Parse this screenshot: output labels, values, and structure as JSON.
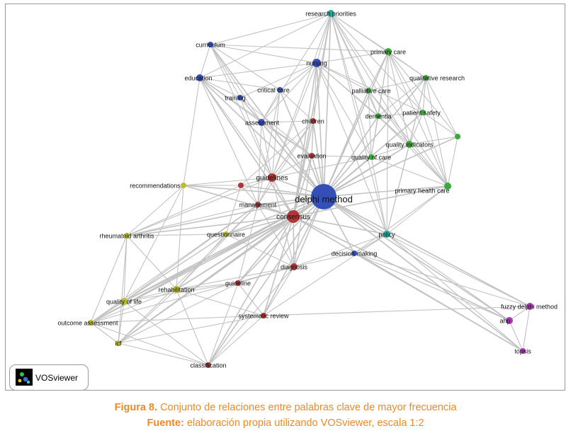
{
  "figure": {
    "caption_label": "Figura 8.",
    "caption_text": "Conjunto de relaciones entre palabras clave de mayor frecuencia",
    "source_label": "Fuente:",
    "source_text": "elaboración propia utilizando VOSviewer, escala 1:2"
  },
  "logo": {
    "text": "VOSviewer"
  },
  "colors": {
    "blue": "#3450b8",
    "red": "#b03737",
    "green": "#3aaa3a",
    "yellow": "#bcbc2e",
    "teal": "#2aa79b",
    "purple": "#b234b8",
    "edge": "#c2c2c2",
    "caption": "#ef8a23"
  },
  "nodes": [
    {
      "id": "delphi",
      "label": "delphi method",
      "cluster": "blue",
      "weight": 18
    },
    {
      "id": "consensus",
      "label": "consensus",
      "cluster": "red",
      "weight": 9
    },
    {
      "id": "research",
      "label": "research priorities",
      "cluster": "teal",
      "weight": 5
    },
    {
      "id": "curriculum",
      "label": "curriculum",
      "cluster": "blue",
      "weight": 4
    },
    {
      "id": "nursing",
      "label": "nursing",
      "cluster": "blue",
      "weight": 6
    },
    {
      "id": "primary",
      "label": "primary care",
      "cluster": "green",
      "weight": 5
    },
    {
      "id": "education",
      "label": "education",
      "cluster": "blue",
      "weight": 5
    },
    {
      "id": "qualitative",
      "label": "qualitative research",
      "cluster": "green",
      "weight": 4
    },
    {
      "id": "critical",
      "label": "critical care",
      "cluster": "blue",
      "weight": 4
    },
    {
      "id": "palliative",
      "label": "palliative care",
      "cluster": "green",
      "weight": 4
    },
    {
      "id": "training",
      "label": "training",
      "cluster": "blue",
      "weight": 4
    },
    {
      "id": "dementia",
      "label": "dementia",
      "cluster": "green",
      "weight": 4
    },
    {
      "id": "patientsafety",
      "label": "patient safety",
      "cluster": "green",
      "weight": 4
    },
    {
      "id": "assessment",
      "label": "assessment",
      "cluster": "blue",
      "weight": 5
    },
    {
      "id": "children",
      "label": "children",
      "cluster": "red",
      "weight": 4
    },
    {
      "id": "unlabeled",
      "label": "",
      "cluster": "green",
      "weight": 4
    },
    {
      "id": "qindicators",
      "label": "quality indicators",
      "cluster": "green",
      "weight": 5
    },
    {
      "id": "evaluation",
      "label": "evaluation",
      "cluster": "red",
      "weight": 4
    },
    {
      "id": "qcare",
      "label": "quality of care",
      "cluster": "green",
      "weight": 4
    },
    {
      "id": "guidelines",
      "label": "guidelines",
      "cluster": "red",
      "weight": 6
    },
    {
      "id": "recommendations",
      "label": "recommendations",
      "cluster": "yellow",
      "weight": 4
    },
    {
      "id": "phc",
      "label": "primary health care",
      "cluster": "green",
      "weight": 5
    },
    {
      "id": "management",
      "label": "management",
      "cluster": "red",
      "weight": 4
    },
    {
      "id": "rheuma",
      "label": "rheumatoid arthritis",
      "cluster": "yellow",
      "weight": 4
    },
    {
      "id": "questionnaire",
      "label": "questionnaire",
      "cluster": "yellow",
      "weight": 4
    },
    {
      "id": "policy",
      "label": "policy",
      "cluster": "teal",
      "weight": 5
    },
    {
      "id": "decision",
      "label": "decision making",
      "cluster": "blue",
      "weight": 4
    },
    {
      "id": "diagnosis",
      "label": "diagnosis",
      "cluster": "red",
      "weight": 5
    },
    {
      "id": "rehab",
      "label": "rehabilitation",
      "cluster": "yellow",
      "weight": 5
    },
    {
      "id": "guideline",
      "label": "guideline",
      "cluster": "red",
      "weight": 4
    },
    {
      "id": "qol",
      "label": "quality of life",
      "cluster": "yellow",
      "weight": 5
    },
    {
      "id": "sysreview",
      "label": "systematic review",
      "cluster": "red",
      "weight": 4
    },
    {
      "id": "outcome",
      "label": "outcome assessment",
      "cluster": "yellow",
      "weight": 4
    },
    {
      "id": "fuzzy",
      "label": "fuzzy delphi method",
      "cluster": "purple",
      "weight": 5
    },
    {
      "id": "ahp",
      "label": "ahp",
      "cluster": "purple",
      "weight": 5
    },
    {
      "id": "icf",
      "label": "icf",
      "cluster": "yellow",
      "weight": 4
    },
    {
      "id": "topsis",
      "label": "topsis",
      "cluster": "purple",
      "weight": 4
    },
    {
      "id": "classification",
      "label": "classification",
      "cluster": "red",
      "weight": 4
    },
    {
      "id": "redsmall",
      "label": "",
      "cluster": "red",
      "weight": 4
    }
  ],
  "edges": [
    [
      "delphi",
      "consensus"
    ],
    [
      "delphi",
      "research"
    ],
    [
      "delphi",
      "curriculum"
    ],
    [
      "delphi",
      "nursing"
    ],
    [
      "delphi",
      "primary"
    ],
    [
      "delphi",
      "education"
    ],
    [
      "delphi",
      "qualitative"
    ],
    [
      "delphi",
      "critical"
    ],
    [
      "delphi",
      "palliative"
    ],
    [
      "delphi",
      "training"
    ],
    [
      "delphi",
      "dementia"
    ],
    [
      "delphi",
      "patientsafety"
    ],
    [
      "delphi",
      "assessment"
    ],
    [
      "delphi",
      "children"
    ],
    [
      "delphi",
      "unlabeled"
    ],
    [
      "delphi",
      "qindicators"
    ],
    [
      "delphi",
      "evaluation"
    ],
    [
      "delphi",
      "qcare"
    ],
    [
      "delphi",
      "guidelines"
    ],
    [
      "delphi",
      "recommendations"
    ],
    [
      "delphi",
      "phc"
    ],
    [
      "delphi",
      "management"
    ],
    [
      "delphi",
      "rheuma"
    ],
    [
      "delphi",
      "questionnaire"
    ],
    [
      "delphi",
      "policy"
    ],
    [
      "delphi",
      "decision"
    ],
    [
      "delphi",
      "diagnosis"
    ],
    [
      "delphi",
      "rehab"
    ],
    [
      "delphi",
      "guideline"
    ],
    [
      "delphi",
      "qol"
    ],
    [
      "delphi",
      "sysreview"
    ],
    [
      "delphi",
      "outcome"
    ],
    [
      "delphi",
      "fuzzy"
    ],
    [
      "delphi",
      "ahp"
    ],
    [
      "delphi",
      "icf"
    ],
    [
      "delphi",
      "topsis"
    ],
    [
      "delphi",
      "classification"
    ],
    [
      "delphi",
      "redsmall"
    ],
    [
      "consensus",
      "research"
    ],
    [
      "consensus",
      "nursing"
    ],
    [
      "consensus",
      "education"
    ],
    [
      "consensus",
      "guidelines"
    ],
    [
      "consensus",
      "management"
    ],
    [
      "consensus",
      "rheuma"
    ],
    [
      "consensus",
      "diagnosis"
    ],
    [
      "consensus",
      "rehab"
    ],
    [
      "consensus",
      "qol"
    ],
    [
      "consensus",
      "outcome"
    ],
    [
      "consensus",
      "icf"
    ],
    [
      "consensus",
      "classification"
    ],
    [
      "consensus",
      "sysreview"
    ],
    [
      "consensus",
      "guideline"
    ],
    [
      "consensus",
      "policy"
    ],
    [
      "consensus",
      "ahp"
    ],
    [
      "consensus",
      "qindicators"
    ],
    [
      "consensus",
      "phc"
    ],
    [
      "consensus",
      "evaluation"
    ],
    [
      "consensus",
      "children"
    ],
    [
      "consensus",
      "recommendations"
    ],
    [
      "consensus",
      "questionnaire"
    ],
    [
      "consensus",
      "topsis"
    ],
    [
      "research",
      "nursing"
    ],
    [
      "research",
      "primary"
    ],
    [
      "research",
      "palliative"
    ],
    [
      "research",
      "qualitative"
    ],
    [
      "research",
      "education"
    ],
    [
      "research",
      "curriculum"
    ],
    [
      "research",
      "dementia"
    ],
    [
      "research",
      "policy"
    ],
    [
      "research",
      "assessment"
    ],
    [
      "research",
      "guidelines"
    ],
    [
      "research",
      "qcare"
    ],
    [
      "research",
      "phc"
    ],
    [
      "research",
      "children"
    ],
    [
      "research",
      "qindicators"
    ],
    [
      "research",
      "patientsafety"
    ],
    [
      "nursing",
      "education"
    ],
    [
      "nursing",
      "curriculum"
    ],
    [
      "nursing",
      "primary"
    ],
    [
      "nursing",
      "palliative"
    ],
    [
      "nursing",
      "critical"
    ],
    [
      "nursing",
      "assessment"
    ],
    [
      "nursing",
      "training"
    ],
    [
      "nursing",
      "dementia"
    ],
    [
      "nursing",
      "qcare"
    ],
    [
      "nursing",
      "evaluation"
    ],
    [
      "nursing",
      "guidelines"
    ],
    [
      "nursing",
      "policy"
    ],
    [
      "nursing",
      "qindicators"
    ],
    [
      "nursing",
      "patientsafety"
    ],
    [
      "education",
      "curriculum"
    ],
    [
      "education",
      "training"
    ],
    [
      "education",
      "assessment"
    ],
    [
      "education",
      "critical"
    ],
    [
      "education",
      "evaluation"
    ],
    [
      "education",
      "guidelines"
    ],
    [
      "education",
      "management"
    ],
    [
      "education",
      "recommendations"
    ],
    [
      "curriculum",
      "training"
    ],
    [
      "curriculum",
      "assessment"
    ],
    [
      "curriculum",
      "critical"
    ],
    [
      "curriculum",
      "primary"
    ],
    [
      "curriculum",
      "guidelines"
    ],
    [
      "training",
      "assessment"
    ],
    [
      "training",
      "evaluation"
    ],
    [
      "training",
      "guidelines"
    ],
    [
      "critical",
      "assessment"
    ],
    [
      "critical",
      "children"
    ],
    [
      "critical",
      "guidelines"
    ],
    [
      "critical",
      "management"
    ],
    [
      "assessment",
      "children"
    ],
    [
      "assessment",
      "guidelines"
    ],
    [
      "assessment",
      "evaluation"
    ],
    [
      "assessment",
      "management"
    ],
    [
      "primary",
      "qualitative"
    ],
    [
      "primary",
      "palliative"
    ],
    [
      "primary",
      "dementia"
    ],
    [
      "primary",
      "patientsafety"
    ],
    [
      "primary",
      "qindicators"
    ],
    [
      "primary",
      "qcare"
    ],
    [
      "primary",
      "phc"
    ],
    [
      "primary",
      "policy"
    ],
    [
      "primary",
      "unlabeled"
    ],
    [
      "qualitative",
      "palliative"
    ],
    [
      "qualitative",
      "patientsafety"
    ],
    [
      "qualitative",
      "qindicators"
    ],
    [
      "qualitative",
      "phc"
    ],
    [
      "qualitative",
      "dementia"
    ],
    [
      "qualitative",
      "unlabeled"
    ],
    [
      "qualitative",
      "policy"
    ],
    [
      "palliative",
      "dementia"
    ],
    [
      "palliative",
      "qcare"
    ],
    [
      "palliative",
      "qindicators"
    ],
    [
      "palliative",
      "phc"
    ],
    [
      "dementia",
      "qindicators"
    ],
    [
      "dementia",
      "qcare"
    ],
    [
      "dementia",
      "patientsafety"
    ],
    [
      "dementia",
      "phc"
    ],
    [
      "patientsafety",
      "qindicators"
    ],
    [
      "patientsafety",
      "phc"
    ],
    [
      "patientsafety",
      "unlabeled"
    ],
    [
      "qindicators",
      "qcare"
    ],
    [
      "qindicators",
      "phc"
    ],
    [
      "qindicators",
      "unlabeled"
    ],
    [
      "qindicators",
      "policy"
    ],
    [
      "qcare",
      "phc"
    ],
    [
      "qcare",
      "policy"
    ],
    [
      "qcare",
      "guidelines"
    ],
    [
      "phc",
      "policy"
    ],
    [
      "phc",
      "unlabeled"
    ],
    [
      "phc",
      "decision"
    ],
    [
      "policy",
      "decision"
    ],
    [
      "policy",
      "fuzzy"
    ],
    [
      "policy",
      "ahp"
    ],
    [
      "policy",
      "topsis"
    ],
    [
      "policy",
      "diagnosis"
    ],
    [
      "decision",
      "ahp"
    ],
    [
      "decision",
      "fuzzy"
    ],
    [
      "decision",
      "topsis"
    ],
    [
      "decision",
      "diagnosis"
    ],
    [
      "fuzzy",
      "ahp"
    ],
    [
      "fuzzy",
      "topsis"
    ],
    [
      "ahp",
      "topsis"
    ],
    [
      "guidelines",
      "management"
    ],
    [
      "guidelines",
      "recommendations"
    ],
    [
      "guidelines",
      "redsmall"
    ],
    [
      "guidelines",
      "diagnosis"
    ],
    [
      "guidelines",
      "rheuma"
    ],
    [
      "guidelines",
      "children"
    ],
    [
      "management",
      "rheuma"
    ],
    [
      "management",
      "diagnosis"
    ],
    [
      "management",
      "rehab"
    ],
    [
      "management",
      "qol"
    ],
    [
      "management",
      "outcome"
    ],
    [
      "management",
      "icf"
    ],
    [
      "management",
      "redsmall"
    ],
    [
      "management",
      "guideline"
    ],
    [
      "redsmall",
      "recommendations"
    ],
    [
      "redsmall",
      "rheuma"
    ],
    [
      "redsmall",
      "questionnaire"
    ],
    [
      "redsmall",
      "children"
    ],
    [
      "recommendations",
      "rheuma"
    ],
    [
      "recommendations",
      "qol"
    ],
    [
      "recommendations",
      "rehab"
    ],
    [
      "rheuma",
      "qol"
    ],
    [
      "rheuma",
      "outcome"
    ],
    [
      "rheuma",
      "icf"
    ],
    [
      "rheuma",
      "rehab"
    ],
    [
      "rheuma",
      "questionnaire"
    ],
    [
      "questionnaire",
      "rehab"
    ],
    [
      "questionnaire",
      "qol"
    ],
    [
      "questionnaire",
      "outcome"
    ],
    [
      "questionnaire",
      "diagnosis"
    ],
    [
      "rehab",
      "qol"
    ],
    [
      "rehab",
      "outcome"
    ],
    [
      "rehab",
      "icf"
    ],
    [
      "rehab",
      "classification"
    ],
    [
      "rehab",
      "guideline"
    ],
    [
      "rehab",
      "sysreview"
    ],
    [
      "rehab",
      "diagnosis"
    ],
    [
      "qol",
      "outcome"
    ],
    [
      "qol",
      "icf"
    ],
    [
      "qol",
      "classification"
    ],
    [
      "qol",
      "guideline"
    ],
    [
      "outcome",
      "icf"
    ],
    [
      "outcome",
      "classification"
    ],
    [
      "outcome",
      "diagnosis"
    ],
    [
      "outcome",
      "sysreview"
    ],
    [
      "icf",
      "classification"
    ],
    [
      "icf",
      "guideline"
    ],
    [
      "icf",
      "sysreview"
    ],
    [
      "diagnosis",
      "guideline"
    ],
    [
      "diagnosis",
      "sysreview"
    ],
    [
      "diagnosis",
      "classification"
    ],
    [
      "diagnosis",
      "evaluation"
    ],
    [
      "guideline",
      "sysreview"
    ],
    [
      "guideline",
      "classification"
    ],
    [
      "sysreview",
      "classification"
    ],
    [
      "sysreview",
      "policy"
    ],
    [
      "sysreview",
      "fuzzy"
    ],
    [
      "evaluation",
      "children"
    ],
    [
      "evaluation",
      "qcare"
    ],
    [
      "evaluation",
      "guidelines"
    ],
    [
      "evaluation",
      "diagnosis"
    ],
    [
      "children",
      "guidelines"
    ],
    [
      "children",
      "management"
    ]
  ]
}
